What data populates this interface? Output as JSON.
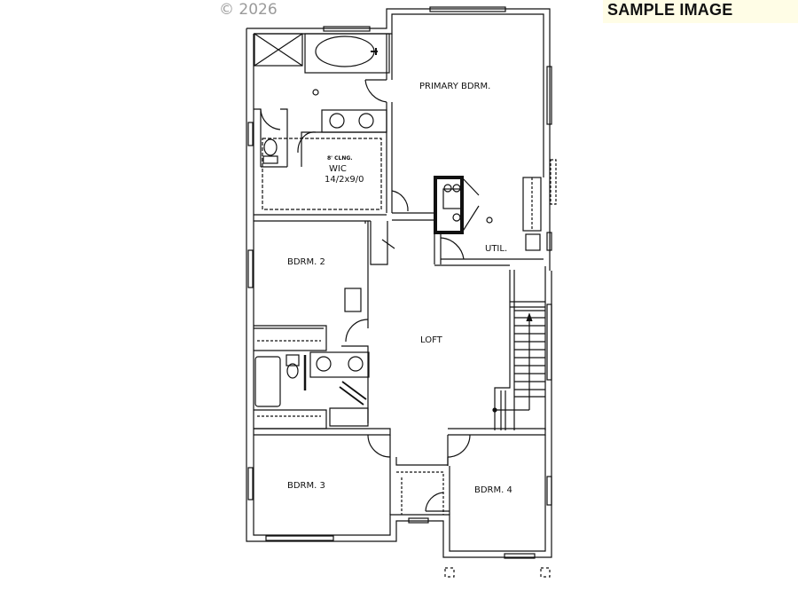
{
  "watermark": {
    "label": "SAMPLE IMAGE",
    "background": "#fffde6"
  },
  "copyright": "© 2026",
  "floorplan": {
    "rooms": {
      "primary_bedroom": "PRIMARY BDRM.",
      "wic_ceiling": "8' CLNG.",
      "wic": "WIC",
      "wic_size": "14/2x9/0",
      "utility": "UTIL.",
      "bedroom2": "BDRM. 2",
      "loft": "LOFT",
      "bedroom3": "BDRM. 3",
      "bedroom4": "BDRM. 4"
    },
    "line_color": "#111111"
  }
}
